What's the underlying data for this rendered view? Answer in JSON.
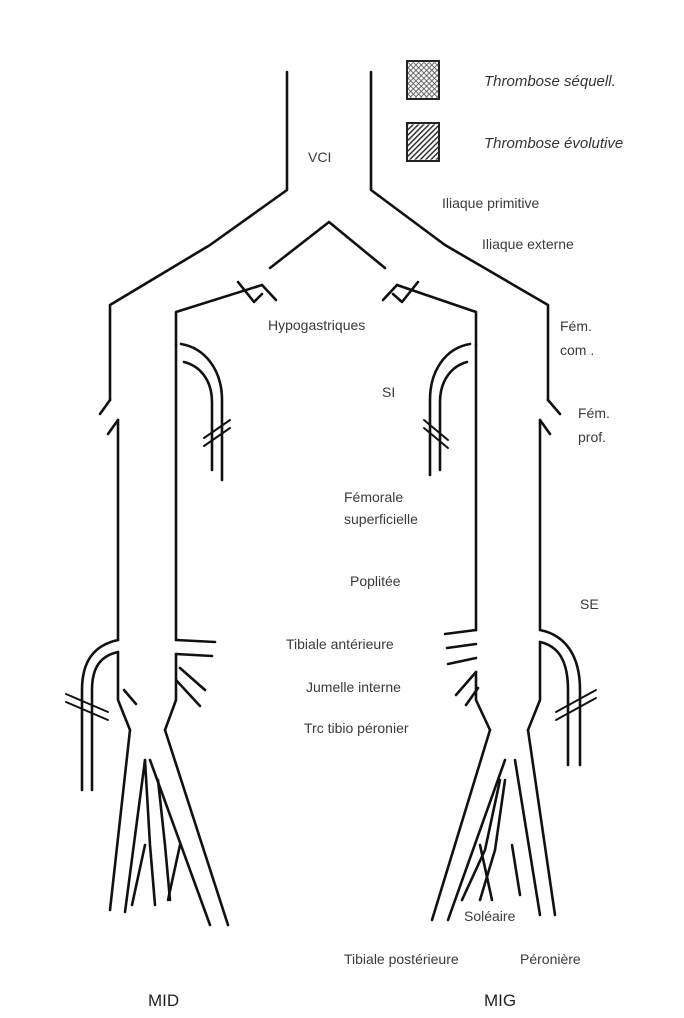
{
  "legend": {
    "sequelae": "Thrombose séquell.",
    "evolving": "Thrombose évolutive"
  },
  "labels": {
    "vci": "VCI",
    "iliaque_primitive": "Iliaque primitive",
    "iliaque_externe": "Iliaque externe",
    "hypogastriques": "Hypogastriques",
    "fem_com_1": "Fém.",
    "fem_com_2": "com .",
    "si": "SI",
    "fem_prof_1": "Fém.",
    "fem_prof_2": "prof.",
    "femorale_1": "Fémorale",
    "femorale_2": "superficielle",
    "poplitee": "Poplitée",
    "se": "SE",
    "tibiale_anterieure": "Tibiale antérieure",
    "jumelle_interne": "Jumelle interne",
    "trc_tibio_peronier": "Trc tibio péronier",
    "soleaire": "Soléaire",
    "tibiale_posterieure": "Tibiale postérieure",
    "peroniere": "Péronière",
    "mid": "MID",
    "mig": "MIG"
  }
}
